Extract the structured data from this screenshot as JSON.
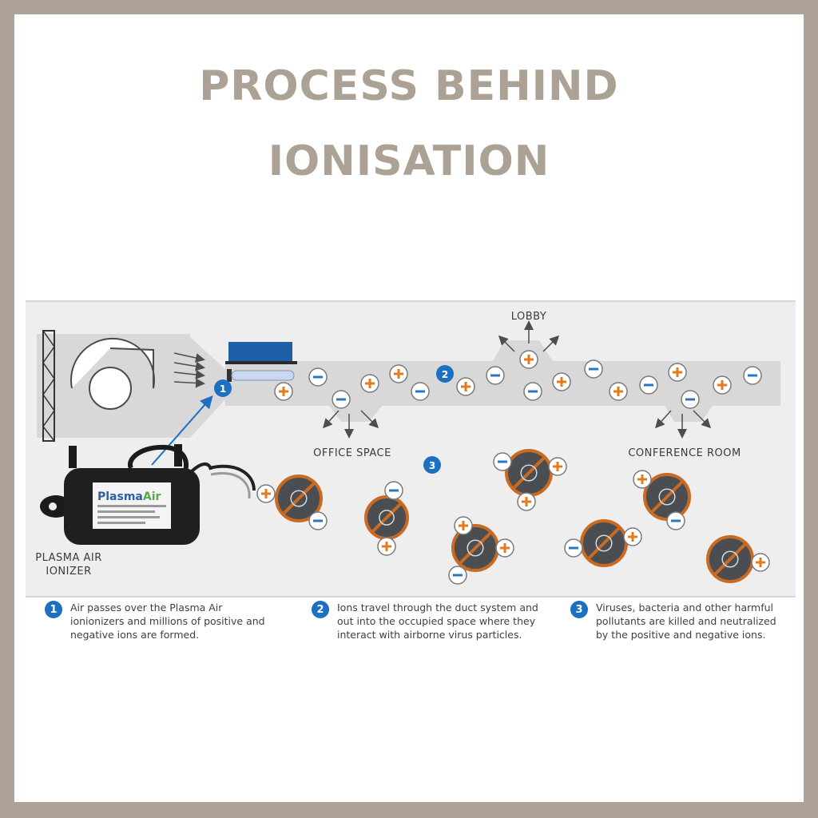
{
  "title": {
    "line1": "PROCESS BEHIND",
    "line2": "IONISATION"
  },
  "labels": {
    "lobby": "LOBBY",
    "office": "OFFICE SPACE",
    "conference": "CONFERENCE ROOM",
    "ionizer_line1": "PLASMA AIR",
    "ionizer_line2": "IONIZER",
    "brand_plain": "Plasma",
    "brand_accent": "Air"
  },
  "markers": {
    "one": "1",
    "two": "2",
    "three": "3"
  },
  "steps": [
    {
      "num": "1",
      "text": "Air passes over the Plasma Air ionionizers and millions of positive and negative ions are formed."
    },
    {
      "num": "2",
      "text": "Ions travel through the duct system and out into the occupied space where they interact with airborne virus particles."
    },
    {
      "num": "3",
      "text": "Viruses, bacteria and other harmful pollutants are killed and neutralized by the positive and negative ions."
    }
  ],
  "colors": {
    "frame": "#aea398",
    "title": "#aca195",
    "positive": "#e07b1f",
    "negative": "#2b78c2",
    "marker": "#1d6fc1",
    "pathogen_ring": "#c96a22",
    "pathogen_body": "#4a4d52"
  }
}
